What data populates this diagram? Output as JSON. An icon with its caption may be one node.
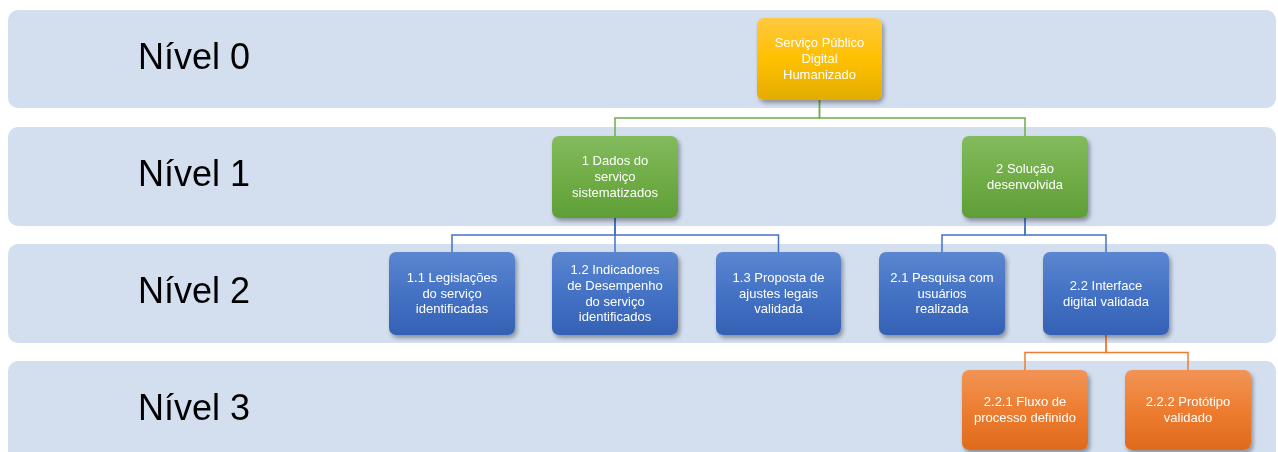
{
  "diagram": {
    "nodes": [
      {
        "text": [
          "Nível 0"
        ]
      },
      {
        "text": [
          "Serviço Público Digital Humanizado"
        ],
        "in": 0
      },
      {
        "text": [
          "Nível 1"
        ]
      },
      {
        "text": [
          "1 Dados do serviço sistematizados"
        ],
        "in": 2
      },
      {
        "text": [
          "2 Solução desenvolvida"
        ],
        "in": 2
      },
      {
        "text": [
          "Nível 2"
        ]
      },
      {
        "text": [
          "1.1 Legislações do serviço identificadas"
        ],
        "in": 5
      },
      {
        "text": [
          "1.2 Indicadores de Desempenho do serviço identificados"
        ],
        "in": 5
      },
      {
        "text": [
          "1.3 Proposta de ajustes legais validada"
        ],
        "in": 5
      },
      {
        "text": [
          "2.1 Pesquisa com usuários realizada"
        ],
        "in": 5
      },
      {
        "text": [
          "2.2 Interface digital validada"
        ],
        "in": 5
      },
      {
        "text": [
          "Nível 3"
        ]
      },
      {
        "text": [
          "2.2.1 Fluxo de processo definido"
        ],
        "in": 11
      },
      {
        "text": [
          "2.2.2 Protótipo validado"
        ],
        "in": 11
      }
    ],
    "edges": [
      {
        "from": 1,
        "to": 3,
        "arrow": "none",
        "color": "#70ad47"
      },
      {
        "from": 1,
        "to": 4,
        "arrow": "none",
        "color": "#70ad47"
      },
      {
        "from": 3,
        "to": 6,
        "arrow": "none"
      },
      {
        "from": 3,
        "to": 7,
        "arrow": "none"
      },
      {
        "from": 3,
        "to": 8,
        "arrow": "none"
      },
      {
        "from": 4,
        "to": 9,
        "arrow": "none"
      },
      {
        "from": 4,
        "to": 10,
        "arrow": "none"
      },
      {
        "from": 10,
        "to": 12,
        "arrow": "none",
        "color": "#ed7d31"
      },
      {
        "from": 10,
        "to": 13,
        "arrow": "none",
        "color": "#ed7d31"
      }
    ]
  }
}
